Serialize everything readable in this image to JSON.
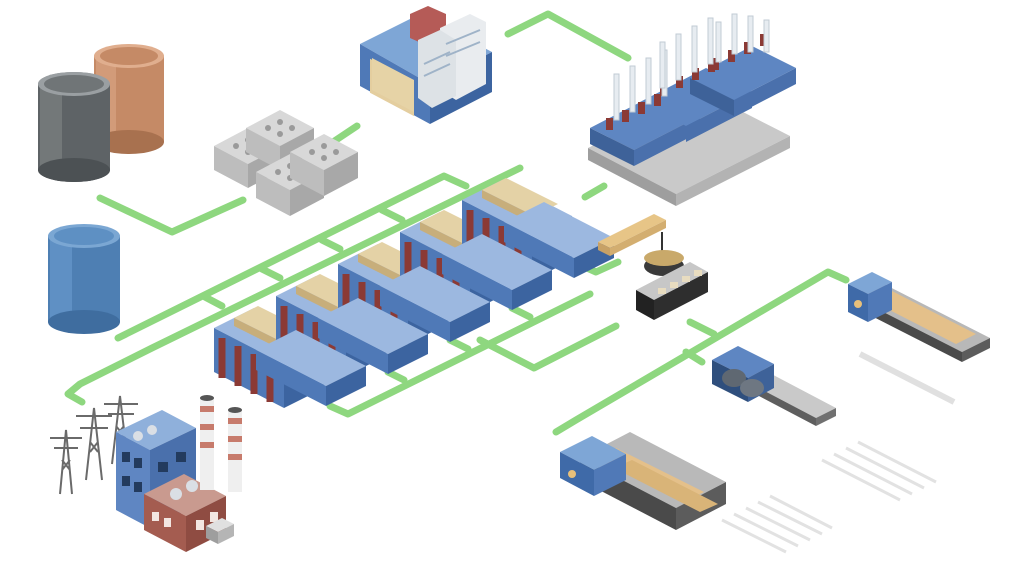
{
  "diagram": {
    "description_visible_text": "",
    "colors": {
      "flow": "#8ED77F",
      "dark_tank": "#5E6366",
      "copper_tank": "#C58A66",
      "blue_tank": "#4E7FB3",
      "cell_blue": "#4F79B7",
      "cell_red": "#8B3A35",
      "cell_top": "#E4D2A6",
      "rail": "#D9D9D9",
      "brick": "#A45C50",
      "building_blue": "#5F86C2"
    },
    "icons": [
      "storage-tank-dark",
      "storage-tank-copper",
      "storage-tank-blue",
      "carbon-blocks",
      "mixing-press",
      "baking-furnace",
      "electrolysis-pot-line",
      "casting-ladle",
      "rolling-line",
      "extrusion-press",
      "casting-line",
      "power-plant"
    ]
  }
}
